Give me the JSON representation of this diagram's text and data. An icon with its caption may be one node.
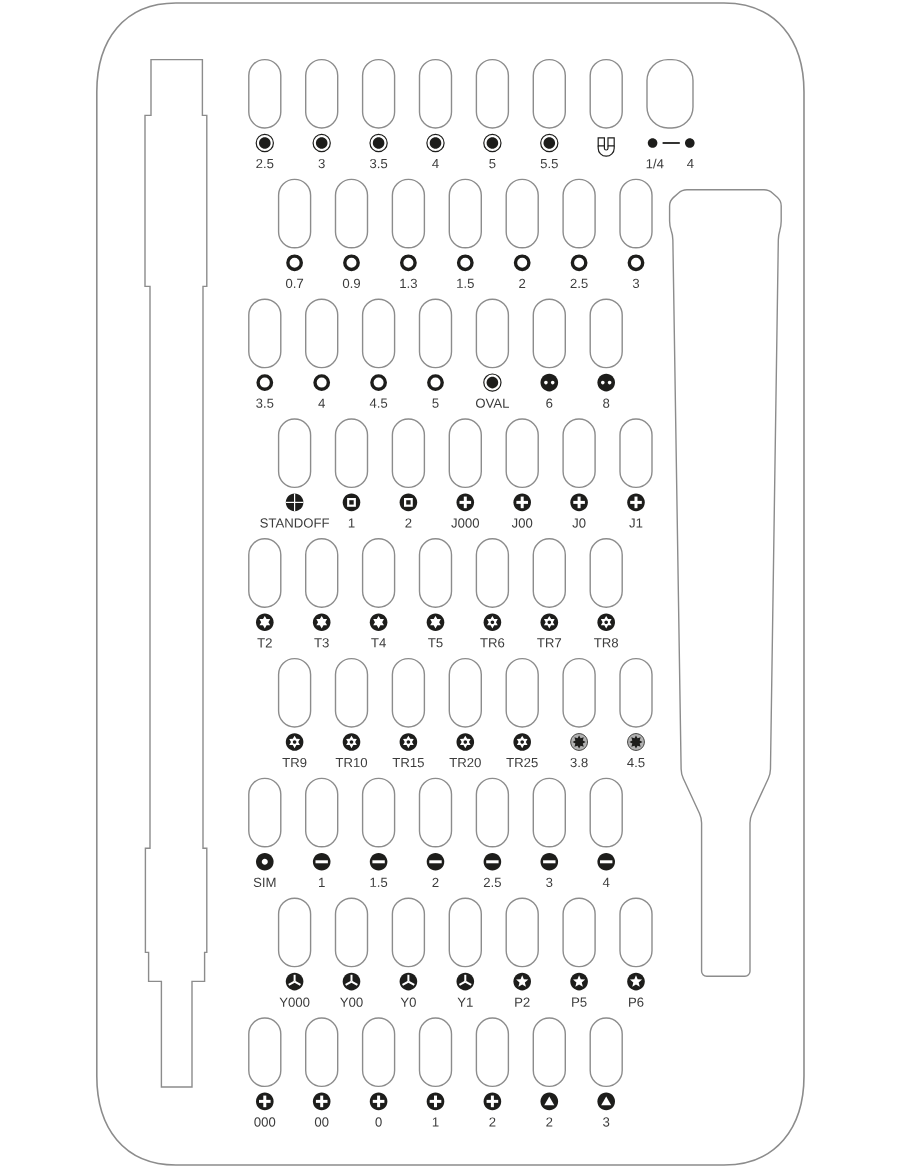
{
  "diagram": {
    "labels": [
      "2.5",
      "3",
      "3.5",
      "4",
      "5",
      "5.5",
      "1/4",
      "4",
      "0.7",
      "0.9",
      "1.3",
      "1.5",
      "2",
      "2.5",
      "3",
      "3.5",
      "4",
      "4.5",
      "5",
      "OVAL",
      "6",
      "8",
      "STANDOFF",
      "1",
      "2",
      "J000",
      "J00",
      "J0",
      "J1",
      "T2",
      "T3",
      "T4",
      "T5",
      "TR6",
      "TR7",
      "TR8",
      "TR9",
      "TR10",
      "TR15",
      "TR20",
      "TR25",
      "3.8",
      "4.5",
      "SIM",
      "1",
      "1.5",
      "2",
      "2.5",
      "3",
      "4",
      "Y000",
      "Y00",
      "Y0",
      "Y1",
      "P2",
      "P5",
      "P6",
      "000",
      "00",
      "0",
      "1",
      "2",
      "2",
      "3"
    ]
  }
}
